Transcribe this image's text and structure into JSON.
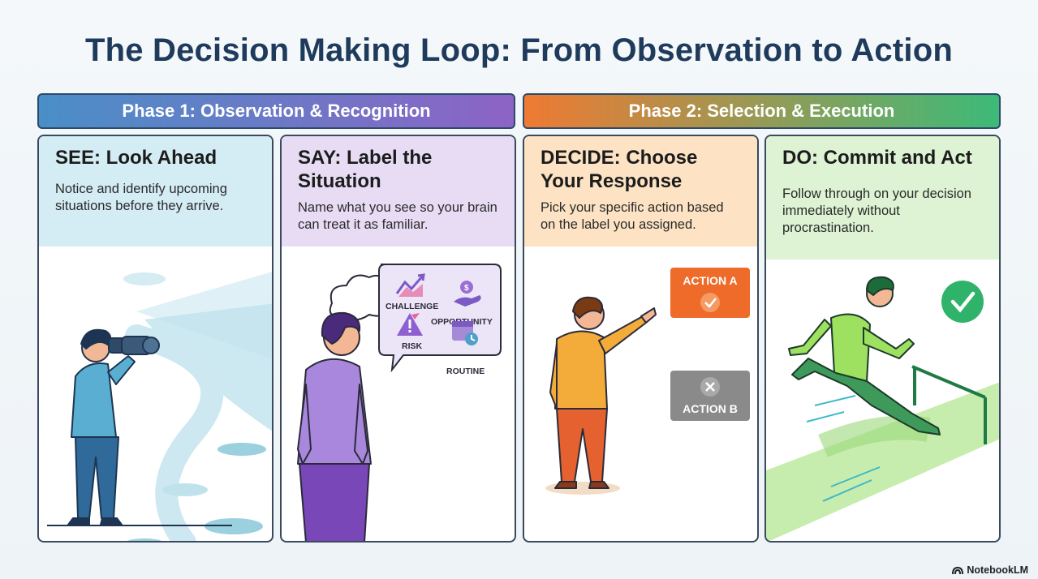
{
  "title": "The Decision Making Loop: From Observation to Action",
  "phases": [
    {
      "label": "Phase 1: Observation & Recognition"
    },
    {
      "label": "Phase 2: Selection & Execution"
    }
  ],
  "cards": [
    {
      "title": "SEE: Look Ahead",
      "description": "Notice and identify upcoming situations before they arrive."
    },
    {
      "title": "SAY: Label the Situation",
      "description": "Name what you see so your brain can treat it as familiar."
    },
    {
      "title": "DECIDE: Choose Your Response",
      "description": "Pick your specific action based on the label you assigned."
    },
    {
      "title": "DO: Commit and Act",
      "description": "Follow through on your decision immediately without procrastination."
    }
  ],
  "labels": {
    "challenge": "CHALLENGE",
    "opportunity": "OPPORTUNITY",
    "risk": "RISK",
    "routine": "ROUTINE",
    "action_a": "ACTION A",
    "action_b": "ACTION B"
  },
  "brand": "NotebookLM",
  "icons": [
    "binoculars-icon",
    "thought-bubble-icon",
    "chart-up-icon",
    "dollar-hand-icon",
    "warning-icon",
    "calendar-clock-icon",
    "check-icon",
    "x-icon",
    "notebooklm-logo-icon"
  ],
  "colors": {
    "title": "#1f3b5c",
    "see": "#d4ecf4",
    "say": "#e7dcf4",
    "decide": "#fde3c4",
    "do": "#def3d3",
    "action_a": "#ee6b2a",
    "action_b": "#8a8a8a",
    "check": "#2fb36a"
  }
}
